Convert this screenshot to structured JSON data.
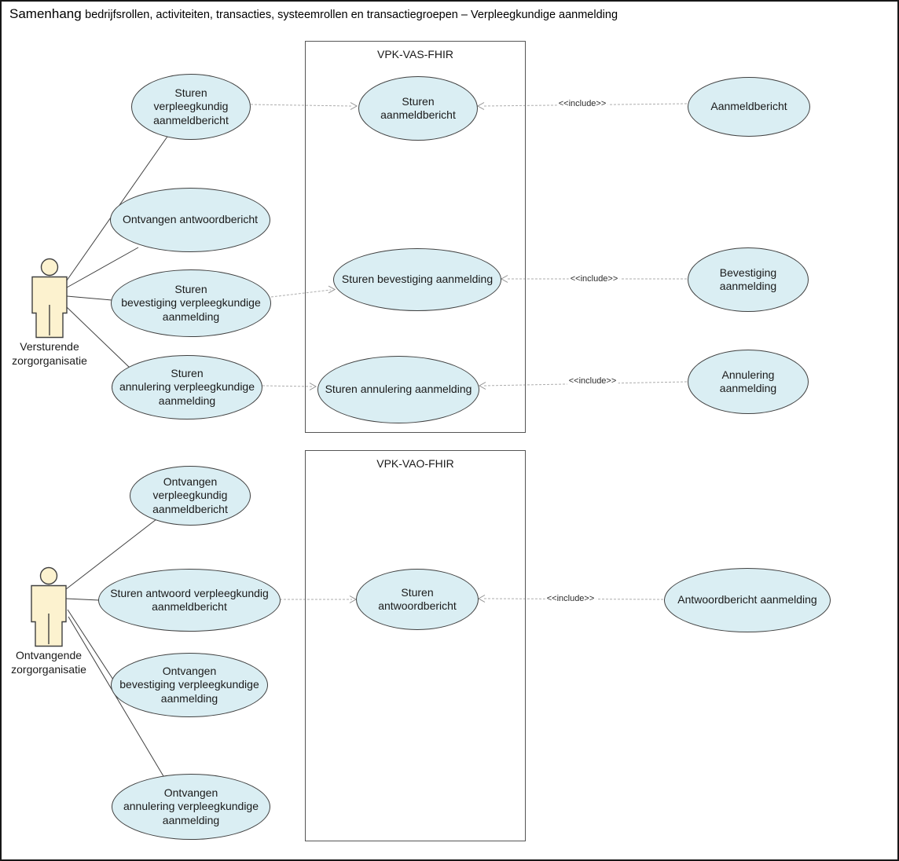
{
  "title": {
    "lead": "Samenhang",
    "rest": "bedrijfsrollen, activiteiten, transacties, systeemrollen en transactiegroepen – Verpleegkundige aanmelding"
  },
  "systems": [
    {
      "name": "VPK-VAS-FHIR"
    },
    {
      "name": "VPK-VAO-FHIR"
    }
  ],
  "actors": [
    {
      "label": "Versturende\nzorgorganisatie"
    },
    {
      "label": "Ontvangende\nzorgorganisatie"
    }
  ],
  "use_cases": [
    {
      "label": "Sturen\nverpleegkundig\naanmeldbericht"
    },
    {
      "label": "Ontvangen antwoordbericht"
    },
    {
      "label": "Sturen\nbevestiging verpleegkundige\naanmelding"
    },
    {
      "label": "Sturen\nannulering verpleegkundige\naanmelding"
    },
    {
      "label": "Sturen\naanmeldbericht"
    },
    {
      "label": "Sturen bevestiging aanmelding"
    },
    {
      "label": "Sturen annulering aanmelding"
    },
    {
      "label": "Aanmeldbericht"
    },
    {
      "label": "Bevestiging\naanmelding"
    },
    {
      "label": "Annulering\naanmelding"
    },
    {
      "label": "Ontvangen\nverpleegkundig\naanmeldbericht"
    },
    {
      "label": "Sturen antwoord verpleegkundig\naanmeldbericht"
    },
    {
      "label": "Ontvangen\nbevestiging verpleegkundige\naanmelding"
    },
    {
      "label": "Ontvangen\nannulering verpleegkundige\naanmelding"
    },
    {
      "label": "Sturen\nantwoordbericht"
    },
    {
      "label": "Antwoordbericht aanmelding"
    }
  ],
  "relations": {
    "include_label": "<<include>>"
  },
  "colors": {
    "use_case_fill": "#daeef3",
    "use_case_border": "#404040",
    "actor_fill": "#fcf2cf",
    "actor_border": "#404040",
    "system_box_border": "#555555",
    "solid_line": "#404040",
    "dashed_line": "#adadad",
    "text": "#1a1a1a"
  }
}
